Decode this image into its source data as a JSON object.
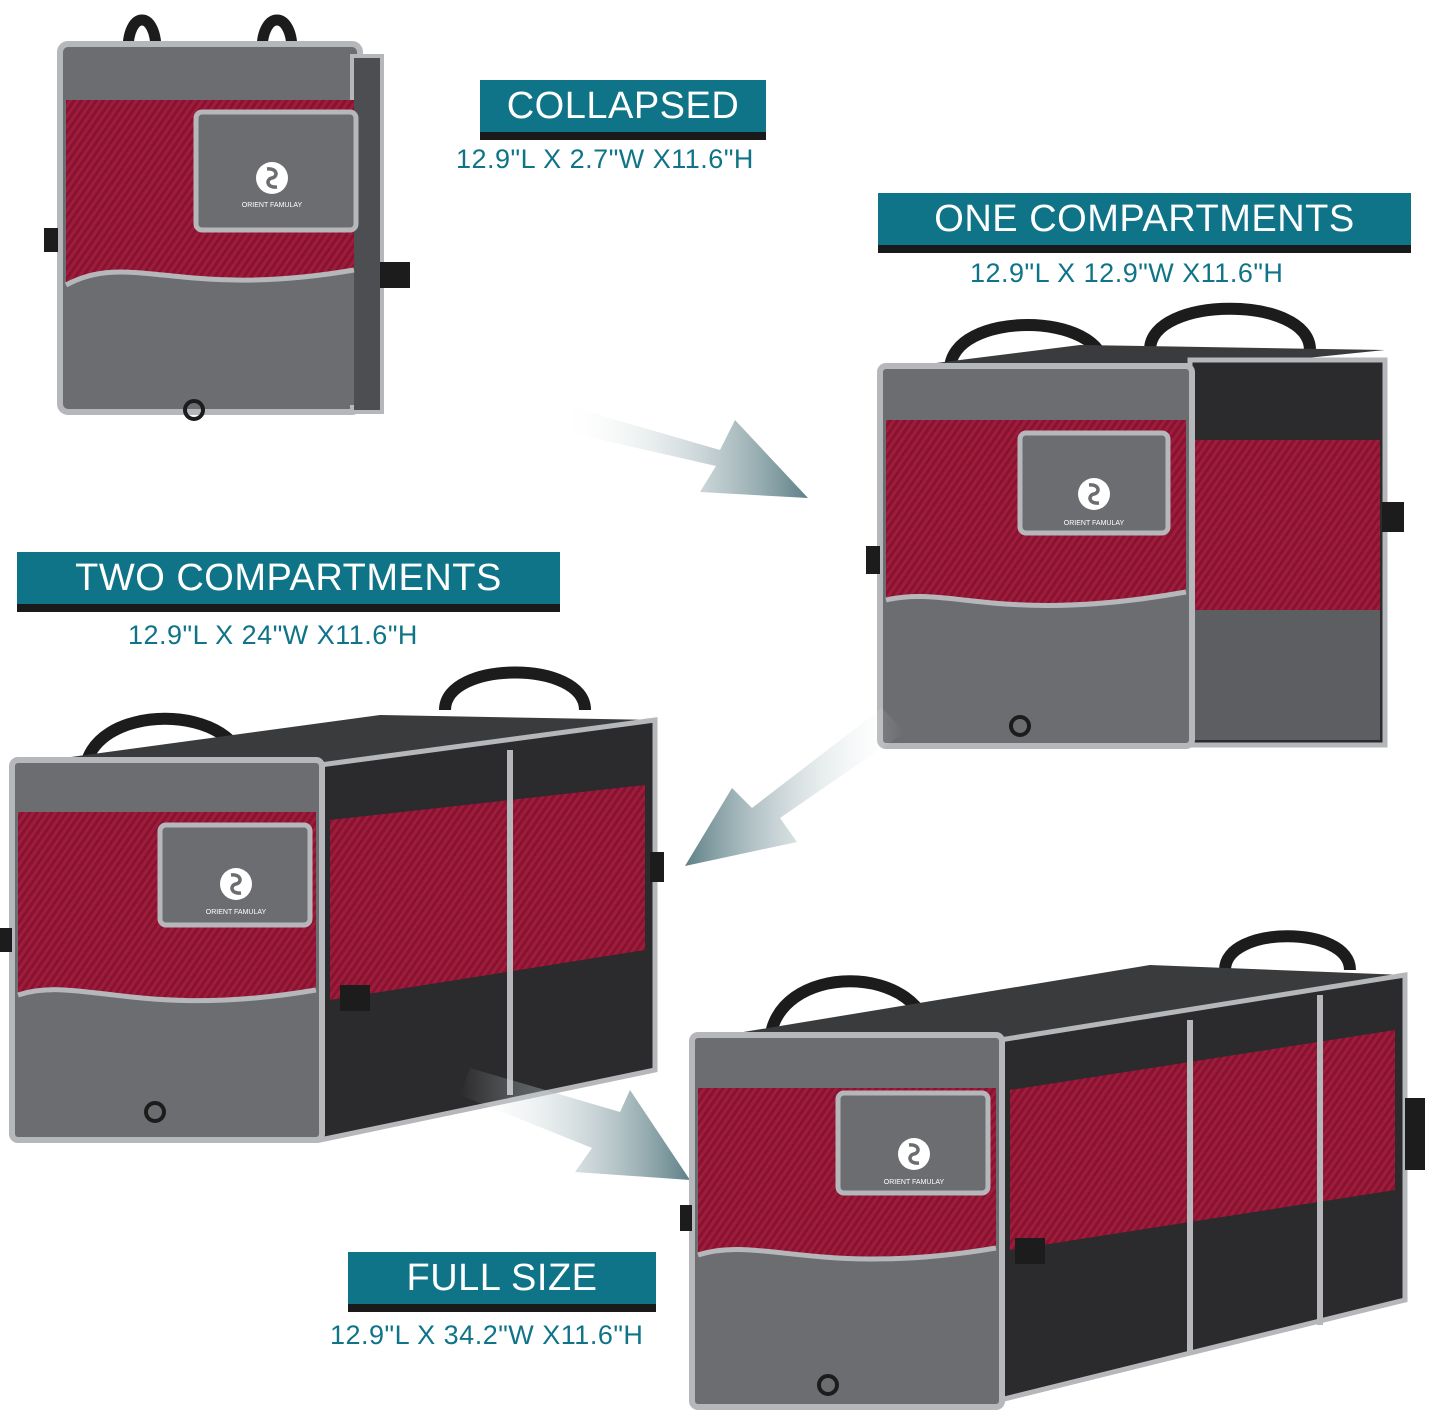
{
  "colors": {
    "teal": "#0f7488",
    "gray": "#6b6d70",
    "dark": "#2b2b2d",
    "maroon": "#8a1633",
    "trim": "#b5b7ba"
  },
  "brand": "ORIENT FAMULAY",
  "icons": [
    "logo-icon",
    "arrow-icon",
    "handle-icon",
    "buckle-icon"
  ],
  "stages": [
    {
      "title": "COLLAPSED",
      "dims": "12.9\"L X 2.7\"W X11.6\"H"
    },
    {
      "title": "ONE COMPARTMENTS",
      "dims": "12.9\"L X 12.9\"W X11.6\"H"
    },
    {
      "title": "TWO COMPARTMENTS",
      "dims": "12.9\"L X 24\"W X11.6\"H"
    },
    {
      "title": "FULL SIZE",
      "dims": "12.9\"L X 34.2\"W X11.6\"H"
    }
  ]
}
